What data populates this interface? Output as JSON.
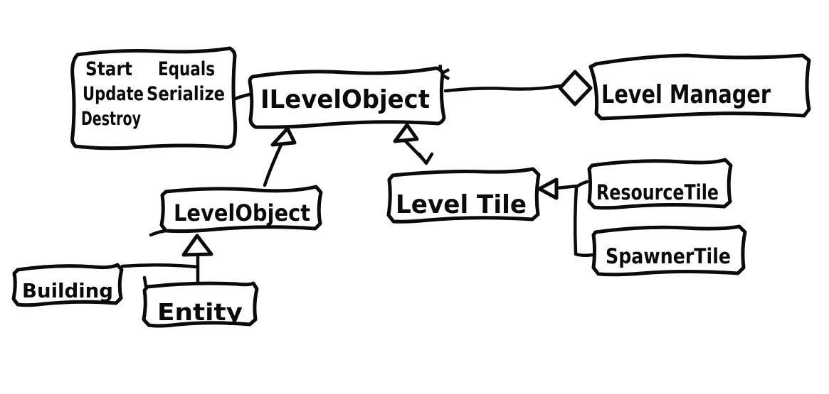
{
  "diagram": {
    "background": "#ffffff",
    "ink": "#0b0b0b",
    "boxes": {
      "interface_methods": {
        "col1": [
          "Start",
          "Update",
          "Destroy"
        ],
        "col2": [
          "Equals",
          "Serialize"
        ]
      },
      "ilevelobject": {
        "label": "ILevelObject"
      },
      "levelmanager": {
        "label": "Level Manager"
      },
      "levelobject": {
        "label": "LevelObject"
      },
      "leveltile": {
        "label": "Level Tile"
      },
      "resourcetile": {
        "label": "ResourceTile"
      },
      "spawnertile": {
        "label": "SpawnerTile"
      },
      "building": {
        "label": "Building"
      },
      "entity": {
        "label": "Entity"
      }
    },
    "annotations": {
      "multiplicity": "*"
    }
  }
}
